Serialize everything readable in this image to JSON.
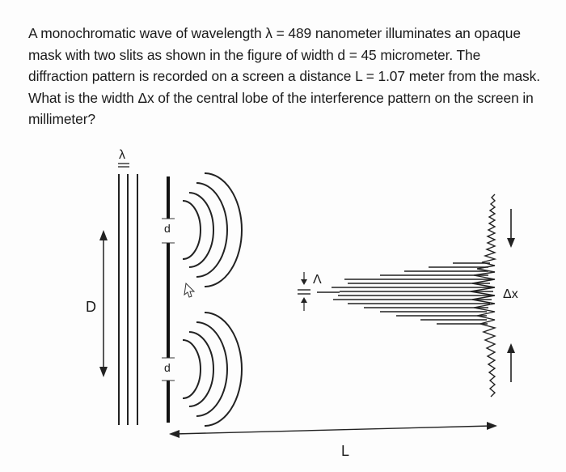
{
  "question": {
    "lines": [
      "A monochromatic wave of wavelength λ = 489 nanometer illuminates an opaque",
      "mask with two slits as shown in the figure of width d = 45 micrometer.  The",
      "diffraction pattern is recorded on a screen a distance L = 1.07 meter from the mask.",
      "What is the width Δx of the central lobe of the interference pattern on the screen in",
      "millimeter?"
    ]
  },
  "figure": {
    "wavelength_label_top": "λ",
    "wavelength_label_mid": "Λ",
    "slit_label_top": "d",
    "slit_label_bottom": "d",
    "aperture_distance_label": "D",
    "screen_distance_label": "L",
    "fringe_width_label": "Δx"
  }
}
